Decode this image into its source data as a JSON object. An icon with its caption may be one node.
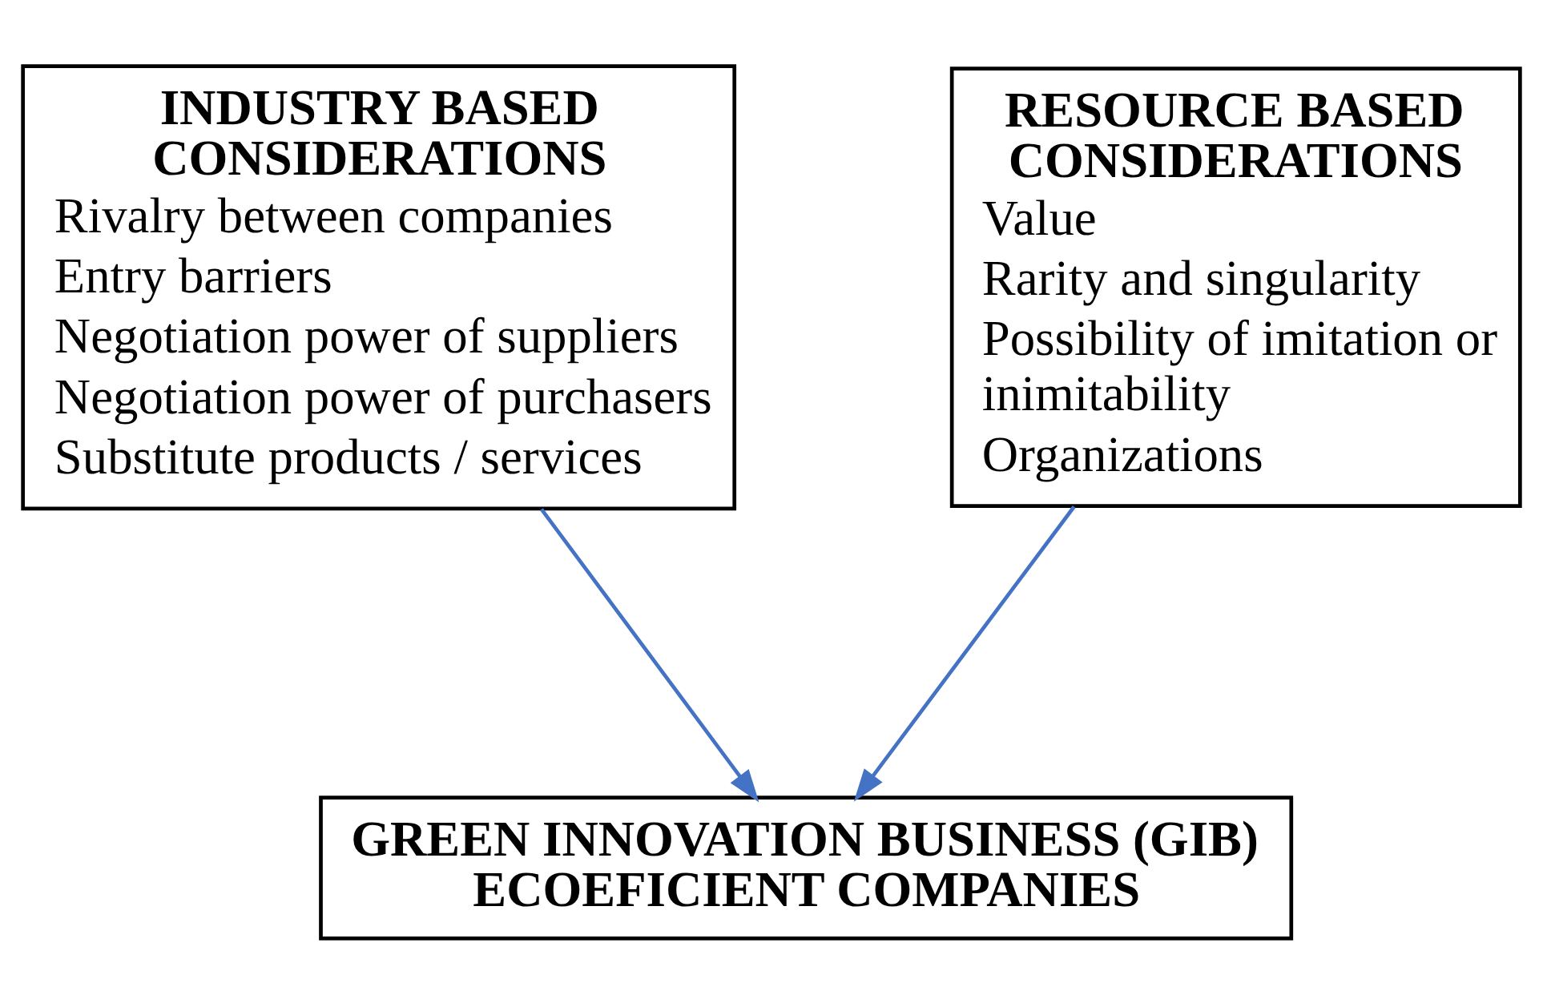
{
  "diagram": {
    "nodes": [
      {
        "text": [
          "INDUSTRY BASED CONSIDERATIONS",
          "Rivalry between companies",
          "Entry barriers",
          "Negotiation power of suppliers",
          "Negotiation power of purchasers",
          "Substitute products / services"
        ]
      },
      {
        "text": [
          "RESOURCE BASED CONSIDERATIONS",
          "Value",
          "Rarity and singularity",
          "Possibility of imitation or inimitability",
          "Organizations"
        ]
      },
      {
        "text": [
          "GREEN INNOVATION BUSINESS (GIB) ECOEFICIENT COMPANIES"
        ]
      }
    ],
    "edges": [
      {
        "from": 0,
        "to": 2,
        "arrow": "to",
        "color": "#4472c4"
      },
      {
        "from": 1,
        "to": 2,
        "arrow": "to",
        "color": "#4472c4"
      }
    ]
  }
}
